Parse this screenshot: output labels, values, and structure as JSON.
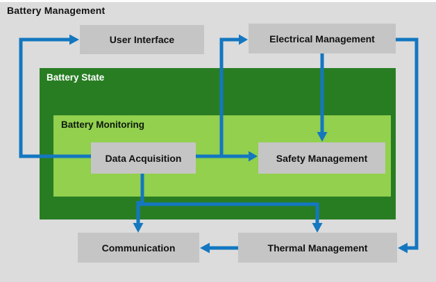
{
  "title": "Battery Management",
  "colors": {
    "background": "#dcdcdc",
    "node_fill": "#c5c5c5",
    "outer_group_fill": "#287d23",
    "inner_group_fill": "#92d04e",
    "arrow": "#1477c0",
    "node_text": "#111111",
    "outer_group_text": "#ffffff",
    "inner_group_text": "#0d1a0d"
  },
  "groups": {
    "battery_state": {
      "label": "Battery State"
    },
    "battery_monitoring": {
      "label": "Battery Monitoring"
    }
  },
  "nodes": {
    "user_interface": {
      "label": "User Interface"
    },
    "electrical_management": {
      "label": "Electrical Management"
    },
    "data_acquisition": {
      "label": "Data Acquisition"
    },
    "safety_management": {
      "label": "Safety Management"
    },
    "communication": {
      "label": "Communication"
    },
    "thermal_management": {
      "label": "Thermal Management"
    }
  },
  "edges": [
    {
      "from": "data_acquisition",
      "to": "user_interface"
    },
    {
      "from": "data_acquisition",
      "to": "electrical_management"
    },
    {
      "from": "data_acquisition",
      "to": "safety_management"
    },
    {
      "from": "electrical_management",
      "to": "safety_management"
    },
    {
      "from": "electrical_management",
      "to": "thermal_management"
    },
    {
      "from": "data_acquisition",
      "to": "communication"
    },
    {
      "from": "data_acquisition",
      "to": "thermal_management"
    },
    {
      "from": "thermal_management",
      "to": "communication"
    }
  ]
}
